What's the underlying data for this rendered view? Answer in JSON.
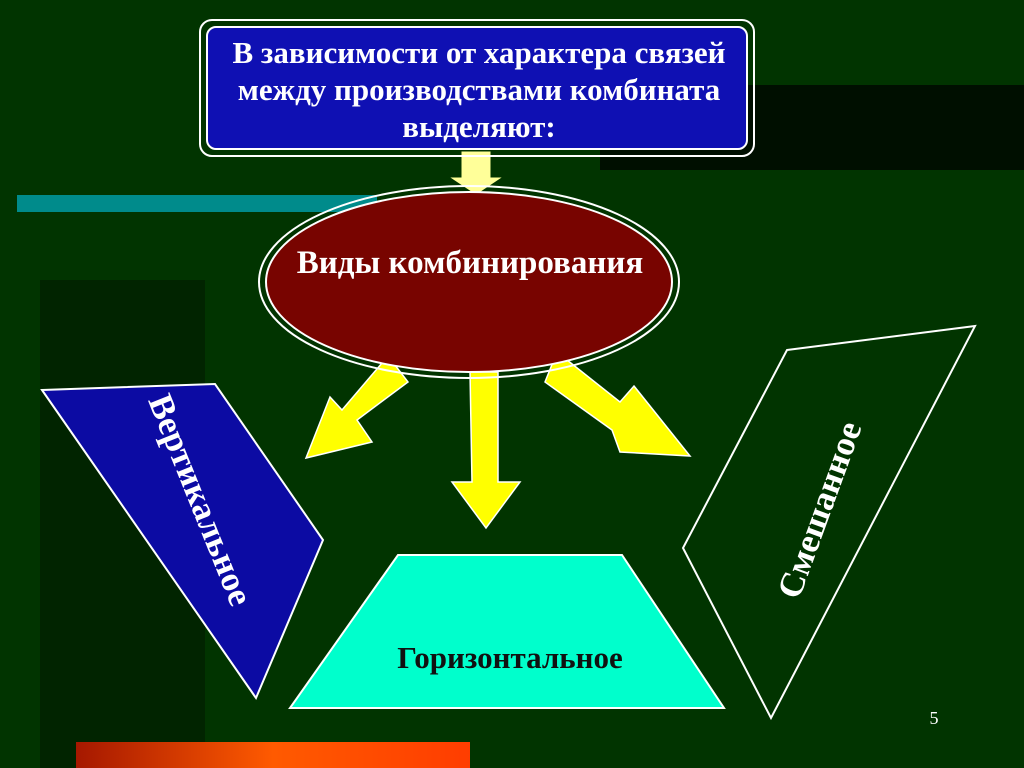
{
  "header": {
    "text": "В зависимости от характера связей между производствами комбината выделяют:"
  },
  "center": {
    "text": "Виды комбинирования"
  },
  "types": {
    "vertical": "Вертикальное",
    "horizontal": "Горизонтальное",
    "mixed": "Смешанное"
  },
  "slide_number": "5",
  "colors": {
    "background": "#013400",
    "header_box": "#0f10b3",
    "ellipse": "#780400",
    "arrows": "#ffff00",
    "vertical_shape": "#0c0ba3",
    "horizontal_shape": "#00ffcc",
    "teal_bar": "#008b8b",
    "orange_bar": "#ff4b00"
  }
}
